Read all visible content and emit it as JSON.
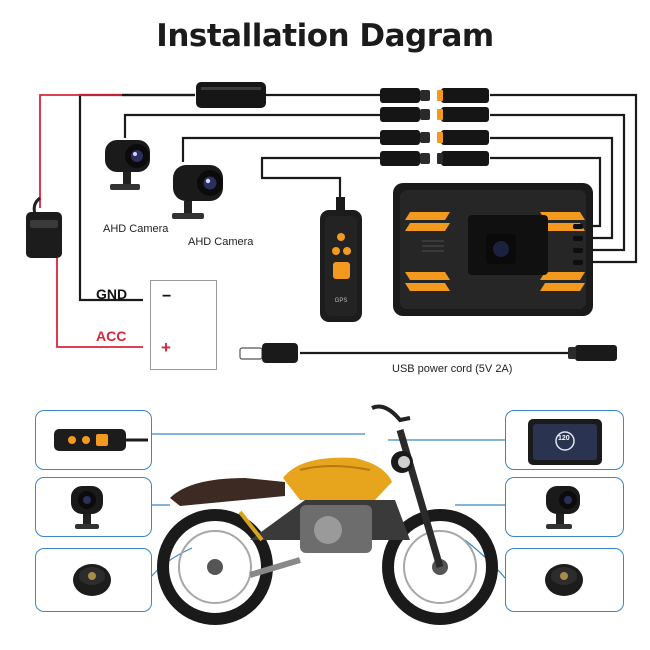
{
  "title": "Installation Dagram",
  "labels": {
    "ahd_camera_1": "AHD Camera",
    "ahd_camera_2": "AHD Camera",
    "gnd": "GND",
    "acc": "ACC",
    "battery_minus": "−",
    "battery_plus": "+",
    "usb_cord": "USB power cord (5V 2A)"
  },
  "device_screen": {
    "speed": "120"
  },
  "controller_label": "GPS",
  "colors": {
    "wire": "#1a1a1a",
    "acc_wire": "#d9253a",
    "accent_orange": "#f39a1e",
    "callout_blue": "#3b86c8",
    "tank_yellow": "#e6a51c"
  }
}
